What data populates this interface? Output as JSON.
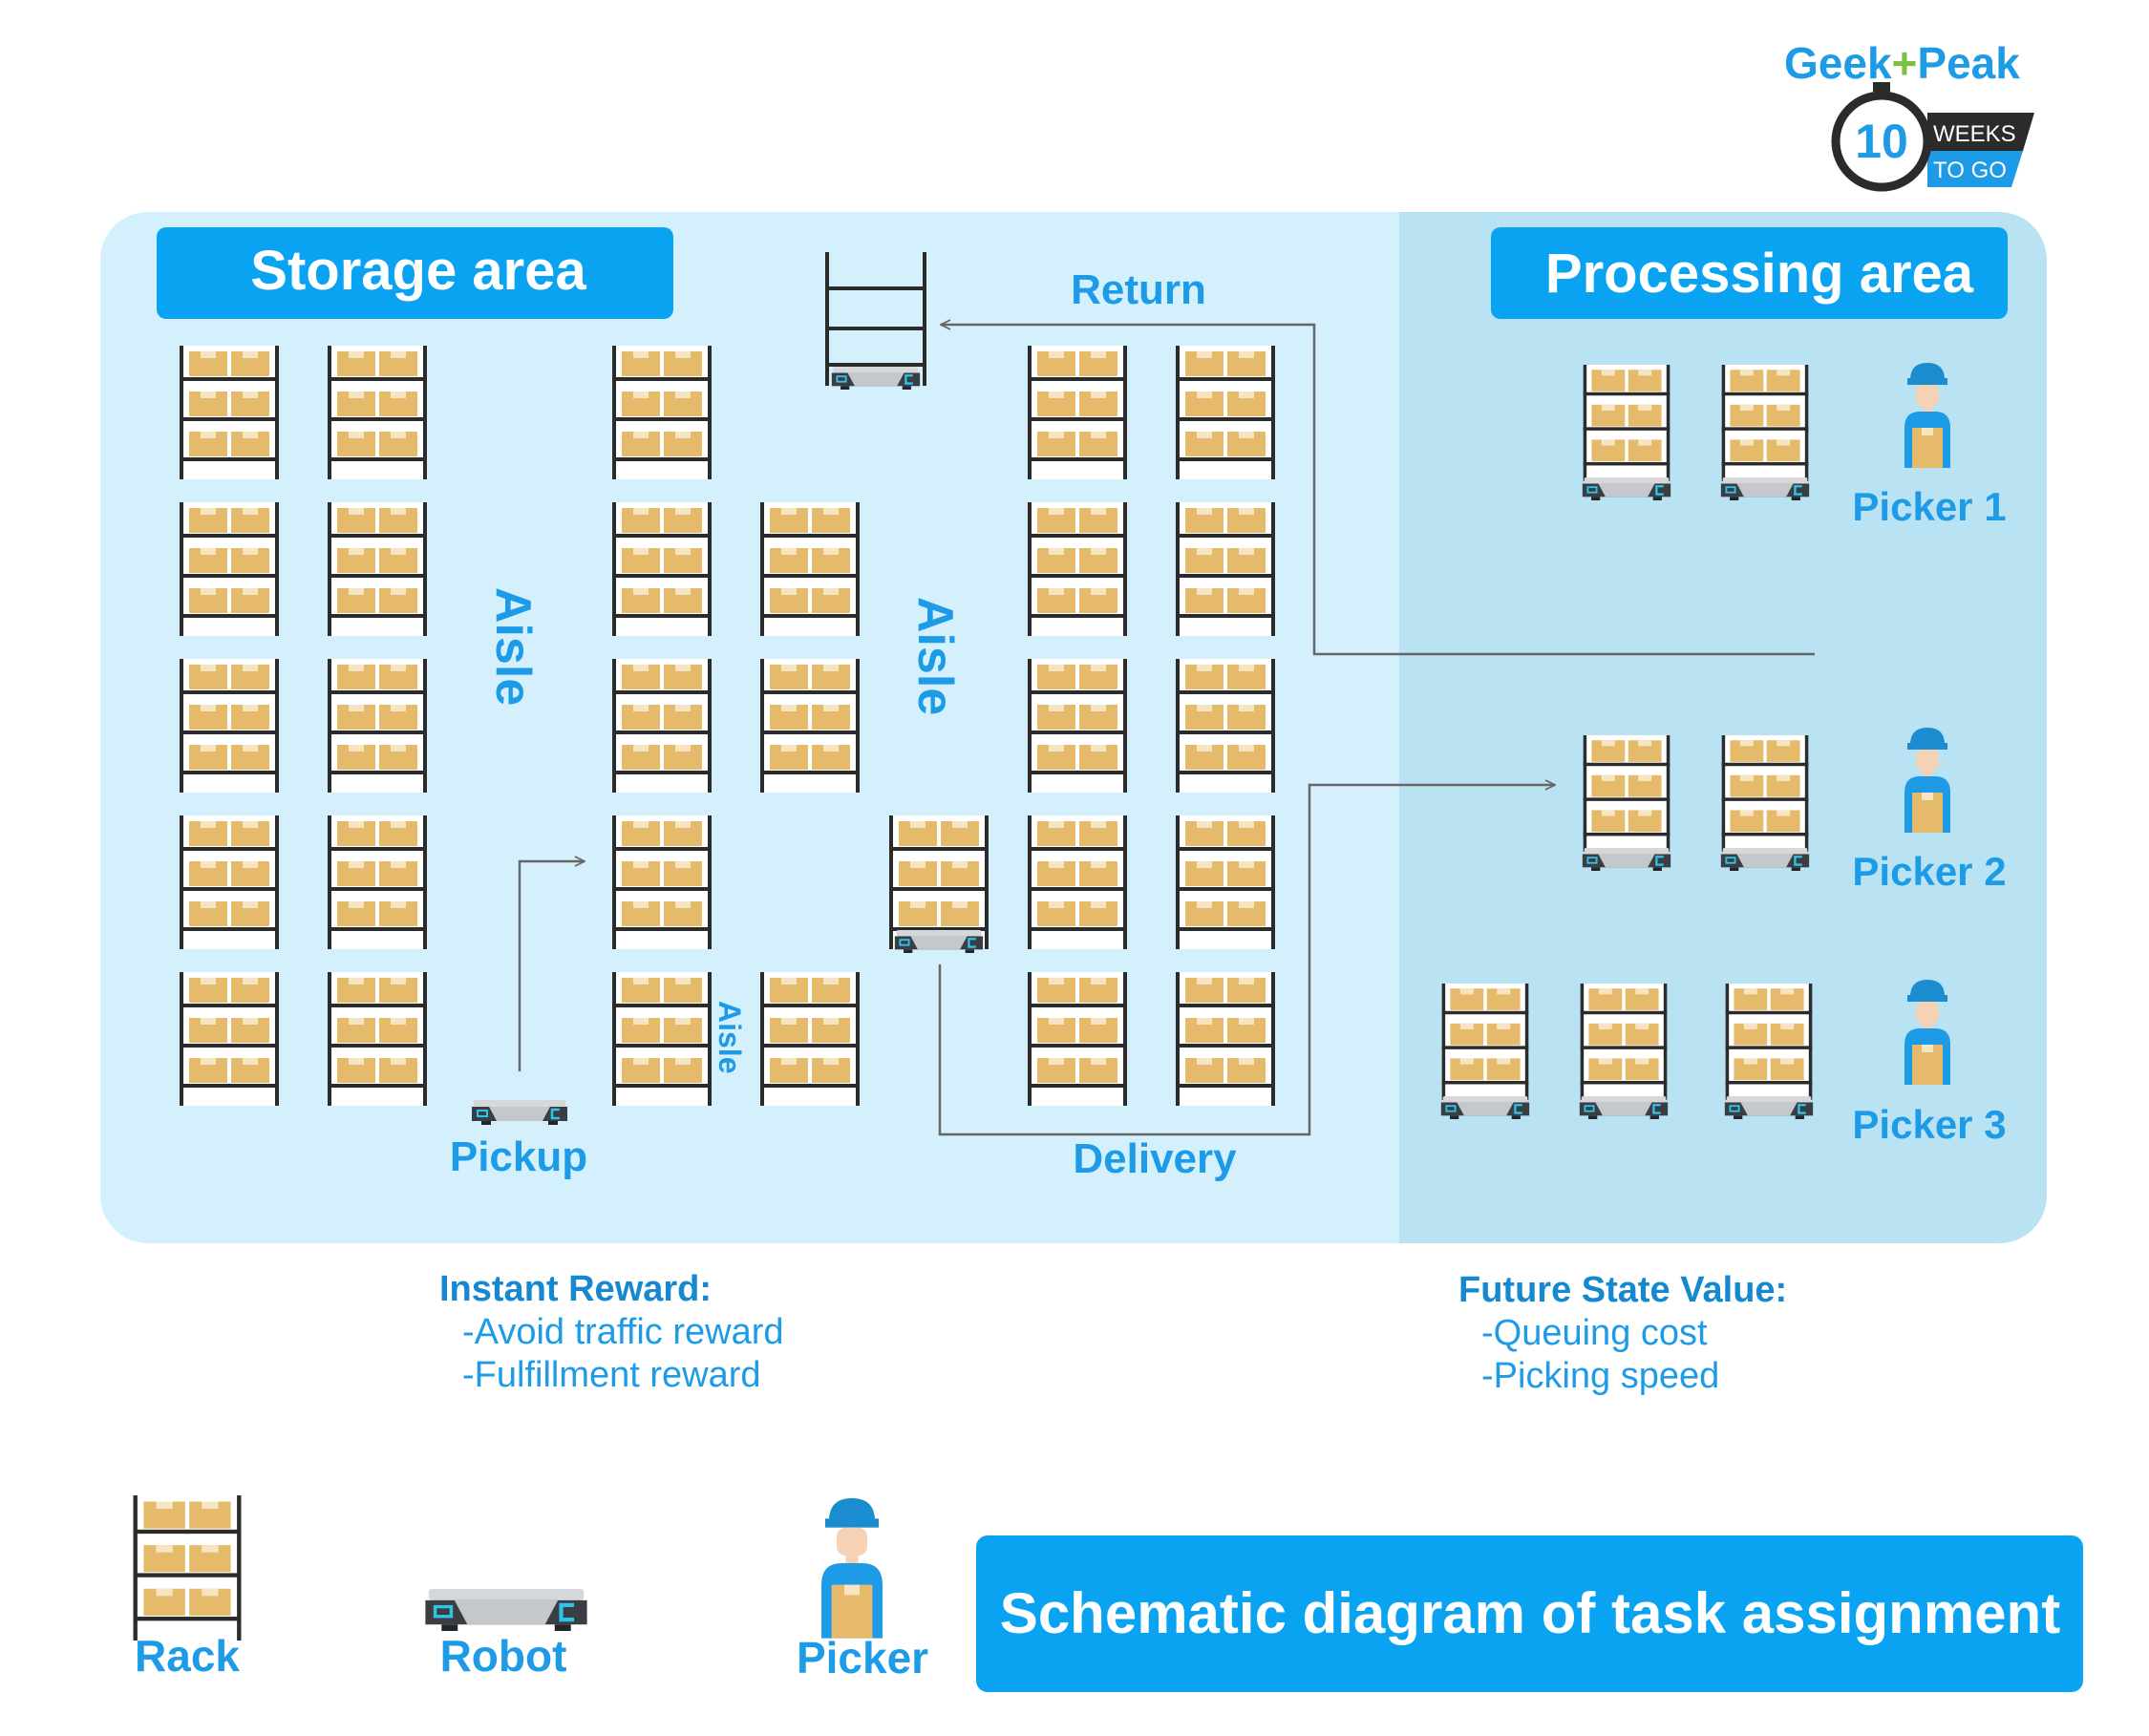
{
  "logo": {
    "brand_left": "Geek",
    "plus": "+",
    "brand_right": "Peak",
    "countdown_number": "10",
    "countdown_line1": "WEEKS",
    "countdown_line2": "TO GO"
  },
  "storage": {
    "title": "Storage area",
    "aisle": "Aisle"
  },
  "processing": {
    "title": "Processing area",
    "pickers": [
      "Picker 1",
      "Picker 2",
      "Picker 3"
    ]
  },
  "flows": {
    "return": "Return",
    "pickup": "Pickup",
    "delivery": "Delivery"
  },
  "instant_reward": {
    "heading": "Instant Reward:",
    "items": [
      "-Avoid traffic reward",
      "-Fulfillment reward"
    ]
  },
  "future_value": {
    "heading": "Future State Value:",
    "items": [
      "-Queuing cost",
      "-Picking speed"
    ]
  },
  "legend": {
    "rack": "Rack",
    "robot": "Robot",
    "picker": "Picker"
  },
  "banner": "Schematic diagram of task assignment",
  "colors": {
    "storage_bg": "#d3f0fc",
    "processing_bg": "#b9e2f3",
    "accent": "#0aa3f2",
    "label": "#1e9be6",
    "box": "#e5bb6b",
    "shelf": "#2b2b2b",
    "arrow": "#666666"
  }
}
